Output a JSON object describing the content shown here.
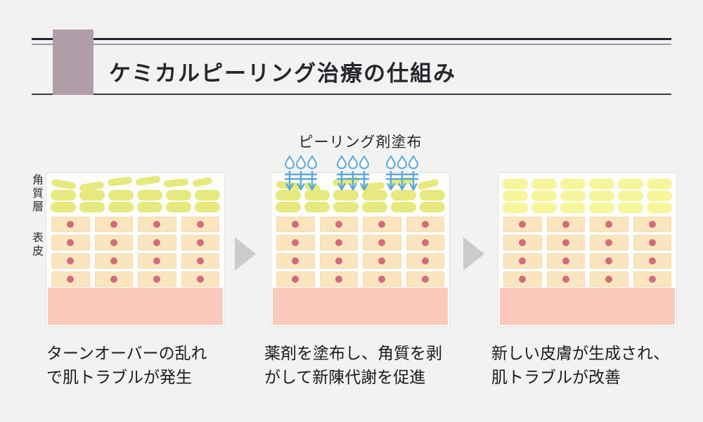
{
  "title": "ケミカルピーリング治療の仕組み",
  "layer_labels": {
    "stratum_corneum": "角質層",
    "epidermis": "表皮"
  },
  "peeling_annotation": {
    "label": "ピーリング剤塗布"
  },
  "panels": [
    {
      "name": "turnover-disrupted",
      "corneum": {
        "style": "disrupted",
        "tilted_row": true,
        "pill_rows": 2,
        "pills_per_row": 6,
        "color": "#E6E97D"
      },
      "epidermis": {
        "rows": 4,
        "cols": 4,
        "cell_color": "#FAE5BE",
        "cell_border": "#F2DCAE",
        "nucleus_color": "#D06C7B"
      },
      "dermis": {
        "color": "#FBC9BB"
      },
      "caption": {
        "line1": "ターンオーバーの乱れ",
        "line2": "で肌トラブルが発生"
      }
    },
    {
      "name": "peeling-applied",
      "corneum": {
        "style": "peeling",
        "tilted_row": true,
        "pill_rows": 2,
        "pills_per_row": 6,
        "color": "#E6E97D"
      },
      "epidermis": {
        "rows": 4,
        "cols": 4,
        "cell_color": "#FAE5BE",
        "cell_border": "#F2DCAE",
        "nucleus_color": "#D06C7B"
      },
      "dermis": {
        "color": "#FBC9BB"
      },
      "droplets": {
        "groups": 3,
        "per_group": 3,
        "color": "#5BA8DB"
      },
      "caption": {
        "line1": "薬剤を塗布し、角質を剥",
        "line2": "がして新陳代謝を促進"
      }
    },
    {
      "name": "skin-renewed",
      "corneum": {
        "style": "renewed",
        "tilted_row": false,
        "pill_rows": 3,
        "pills_per_row": 6,
        "color": "#F5F59B"
      },
      "epidermis": {
        "rows": 4,
        "cols": 4,
        "cell_color": "#FAE5BE",
        "cell_border": "#F2DCAE",
        "nucleus_color": "#D06C7B"
      },
      "dermis": {
        "color": "#FBC9BB"
      },
      "caption": {
        "line1": "新しい皮膚が生成され、",
        "line2": "肌トラブルが改善"
      }
    }
  ],
  "colors": {
    "background": "#F2F2F1",
    "accent_bar": "#B19DA8",
    "header_line": "#26262E",
    "header_line_thin": "#9A9A9A",
    "divider": "#3C3C3C",
    "panel_bg": "#FDFDFC",
    "panel_border": "#E2E2E0",
    "flow_arrow": "#CBCBCB",
    "droplet_blue": "#5BA8DB",
    "text": "#1B1B1B"
  }
}
